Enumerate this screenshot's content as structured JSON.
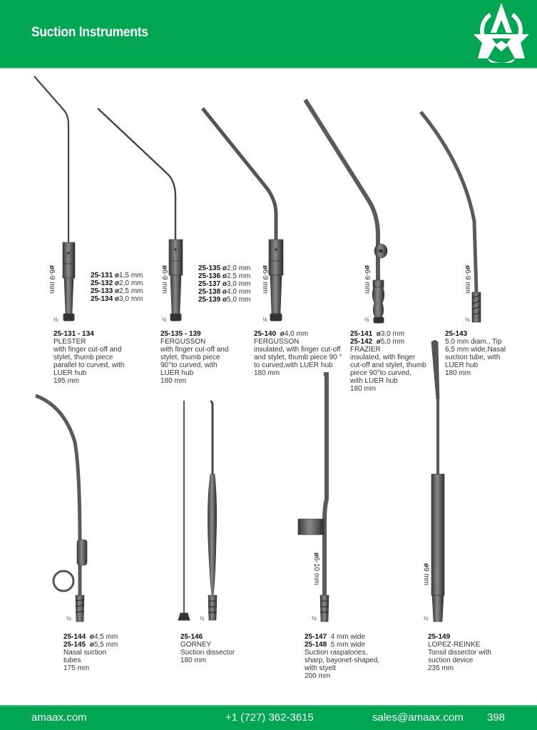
{
  "header": {
    "title": "Suction Instruments",
    "brand_color": "#00a651",
    "logo_icon": "amaax-logo-icon"
  },
  "footer": {
    "website": "amaax.com",
    "phone": "+1 (727) 362-3615",
    "email": "sales@amaax.com",
    "page_number": "398"
  },
  "diameter_symbol": "ø",
  "scale_label": "½",
  "products": [
    {
      "id": "25-131-134",
      "range": "25-131 - 134",
      "name": "PLESTER",
      "description": [
        "with finger cut-off and",
        "stylet, thumb piece",
        "parallel to curved, with",
        "LUER hub"
      ],
      "length": "195 mm",
      "hub_diameter": "6-9 mm",
      "sizes": [
        {
          "code": "25-131",
          "diameter": "1,5 mm"
        },
        {
          "code": "25-132",
          "diameter": "2,0 mm"
        },
        {
          "code": "25-133",
          "diameter": "2,5 mm"
        },
        {
          "code": "25-134",
          "diameter": "3,0 mm"
        }
      ]
    },
    {
      "id": "25-135-139",
      "range": "25-135 - 139",
      "name": "FERGUSSON",
      "description": [
        "with finger cut-off and",
        "stylet, thumb piece",
        "90°to curved, with",
        "LUER hub"
      ],
      "length": "180 mm",
      "hub_diameter": "6-9 mm",
      "sizes": [
        {
          "code": "25-135",
          "diameter": "2,0 mm"
        },
        {
          "code": "25-136",
          "diameter": "2,5 mm"
        },
        {
          "code": "25-137",
          "diameter": "3,0 mm"
        },
        {
          "code": "25-138",
          "diameter": "4,0 mm"
        },
        {
          "code": "25-139",
          "diameter": "5,0 mm"
        }
      ]
    },
    {
      "id": "25-140",
      "range": "25-140",
      "range_diameter": "4,0 mm",
      "name": "FERGUSSON",
      "description": [
        "insulated, with finger cut-off",
        "and stylet, thumb piece 90 °",
        "to curved,with LUER hub"
      ],
      "length": "180 mm",
      "hub_diameter": "6-9 mm"
    },
    {
      "id": "25-141-142",
      "sizes": [
        {
          "code": "25-141",
          "diameter": "3,0 mm"
        },
        {
          "code": "25-142",
          "diameter": "5,0 mm"
        }
      ],
      "name": "FRAZIER",
      "description": [
        "insulated, with finger",
        "cut-off and stylet, thumb",
        "piece 90°to curved,",
        "with LUER hub"
      ],
      "length": "180 mm",
      "hub_diameter": "6-9 mm"
    },
    {
      "id": "25-143",
      "range": "25-143",
      "description": [
        "5,0 mm diam., Tip",
        "6,5 mm wide,Nasal",
        "suction tube, with",
        "LUER hub"
      ],
      "length": "180 mm",
      "hub_diameter": "6-9 mm"
    },
    {
      "id": "25-144-145",
      "sizes": [
        {
          "code": "25-144",
          "diameter": "4,5 mm"
        },
        {
          "code": "25-145",
          "diameter": "5,5 mm"
        }
      ],
      "description": [
        "Nasal suction",
        "tubes"
      ],
      "length": "175 mm"
    },
    {
      "id": "25-146",
      "range": "25-146",
      "name": "GORNEY",
      "description": [
        "Suction dissector"
      ],
      "length": "180 mm"
    },
    {
      "id": "25-147-148",
      "sizes": [
        {
          "code": "25-147",
          "width": "4 mm wide"
        },
        {
          "code": "25-148",
          "width": "5 mm wide"
        }
      ],
      "description": [
        "Suction raspatories,",
        "sharp, bayonet-shaped,",
        "with styelt"
      ],
      "length": "200 mm",
      "hub_diameter": "6-10 mm"
    },
    {
      "id": "25-149",
      "range": "25-149",
      "name": "LOPEZ-REINKE",
      "description": [
        "Tonsil dissector with",
        "suction device"
      ],
      "length": "235 mm",
      "hub_diameter": "9 mm"
    }
  ]
}
